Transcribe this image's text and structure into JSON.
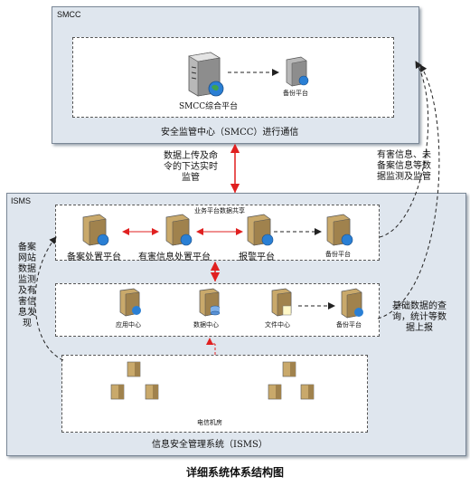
{
  "smcc": {
    "section_label": "SMCC",
    "main_server_label": "SMCC综合平台",
    "backup_label": "备份平台",
    "center_label": "安全监管中心（SMCC）进行通信"
  },
  "middle": {
    "upload_note": "数据上传及命\n令的下达实时\n监管",
    "report_note": "有害信息、未\n备案信息等数\n据监测及监管"
  },
  "isms": {
    "section_label": "ISMS",
    "share_label": "业务平台数据共享",
    "platforms": [
      "备案处置平台",
      "有害信息处置平台",
      "报警平台"
    ],
    "platform_backup": "备份平台",
    "centers": [
      "应用中心",
      "数据中心",
      "文件中心"
    ],
    "center_backup": "备份平台",
    "machine_room": "电信机房",
    "system_label": "信息安全管理系统（ISMS）",
    "left_note": "备案\n网站\n数据\n监测\n及有\n害信\n息发\n现",
    "right_note": "基础数据的查\n询，统计等数\n据上报"
  },
  "caption": "详细系统体系结构图",
  "colors": {
    "panel_bg": "#dfe6ee",
    "red_arrow": "#e02020",
    "dark_arrow": "#222222"
  },
  "icons": [
    "server-icon",
    "globe-icon",
    "database-icon",
    "document-icon"
  ]
}
